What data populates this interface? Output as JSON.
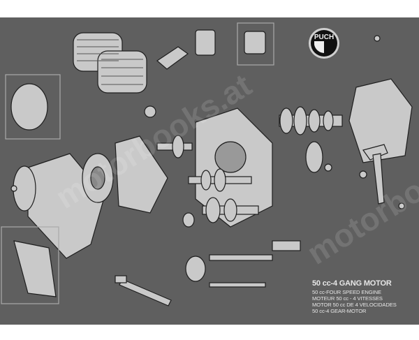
{
  "logo": {
    "text": "PUCH",
    "colors": {
      "dark": "#111111",
      "light": "#f0f0f0"
    }
  },
  "watermark": {
    "text": "motorbooks.at"
  },
  "caption": {
    "title": "50 cc-4 GANG MOTOR",
    "lines": [
      "50 cc-FOUR SPEED ENGINE",
      "MOTEUR 50 cc - 4 VITESSES",
      "MOTOR 50 cc DE 4 VELOCIDADES",
      "50 cc-4 GEAR-MOTOR"
    ]
  },
  "colors": {
    "background": "#5f5f5f",
    "parts": "#c9c9c9",
    "outline": "#1e1e1e"
  }
}
